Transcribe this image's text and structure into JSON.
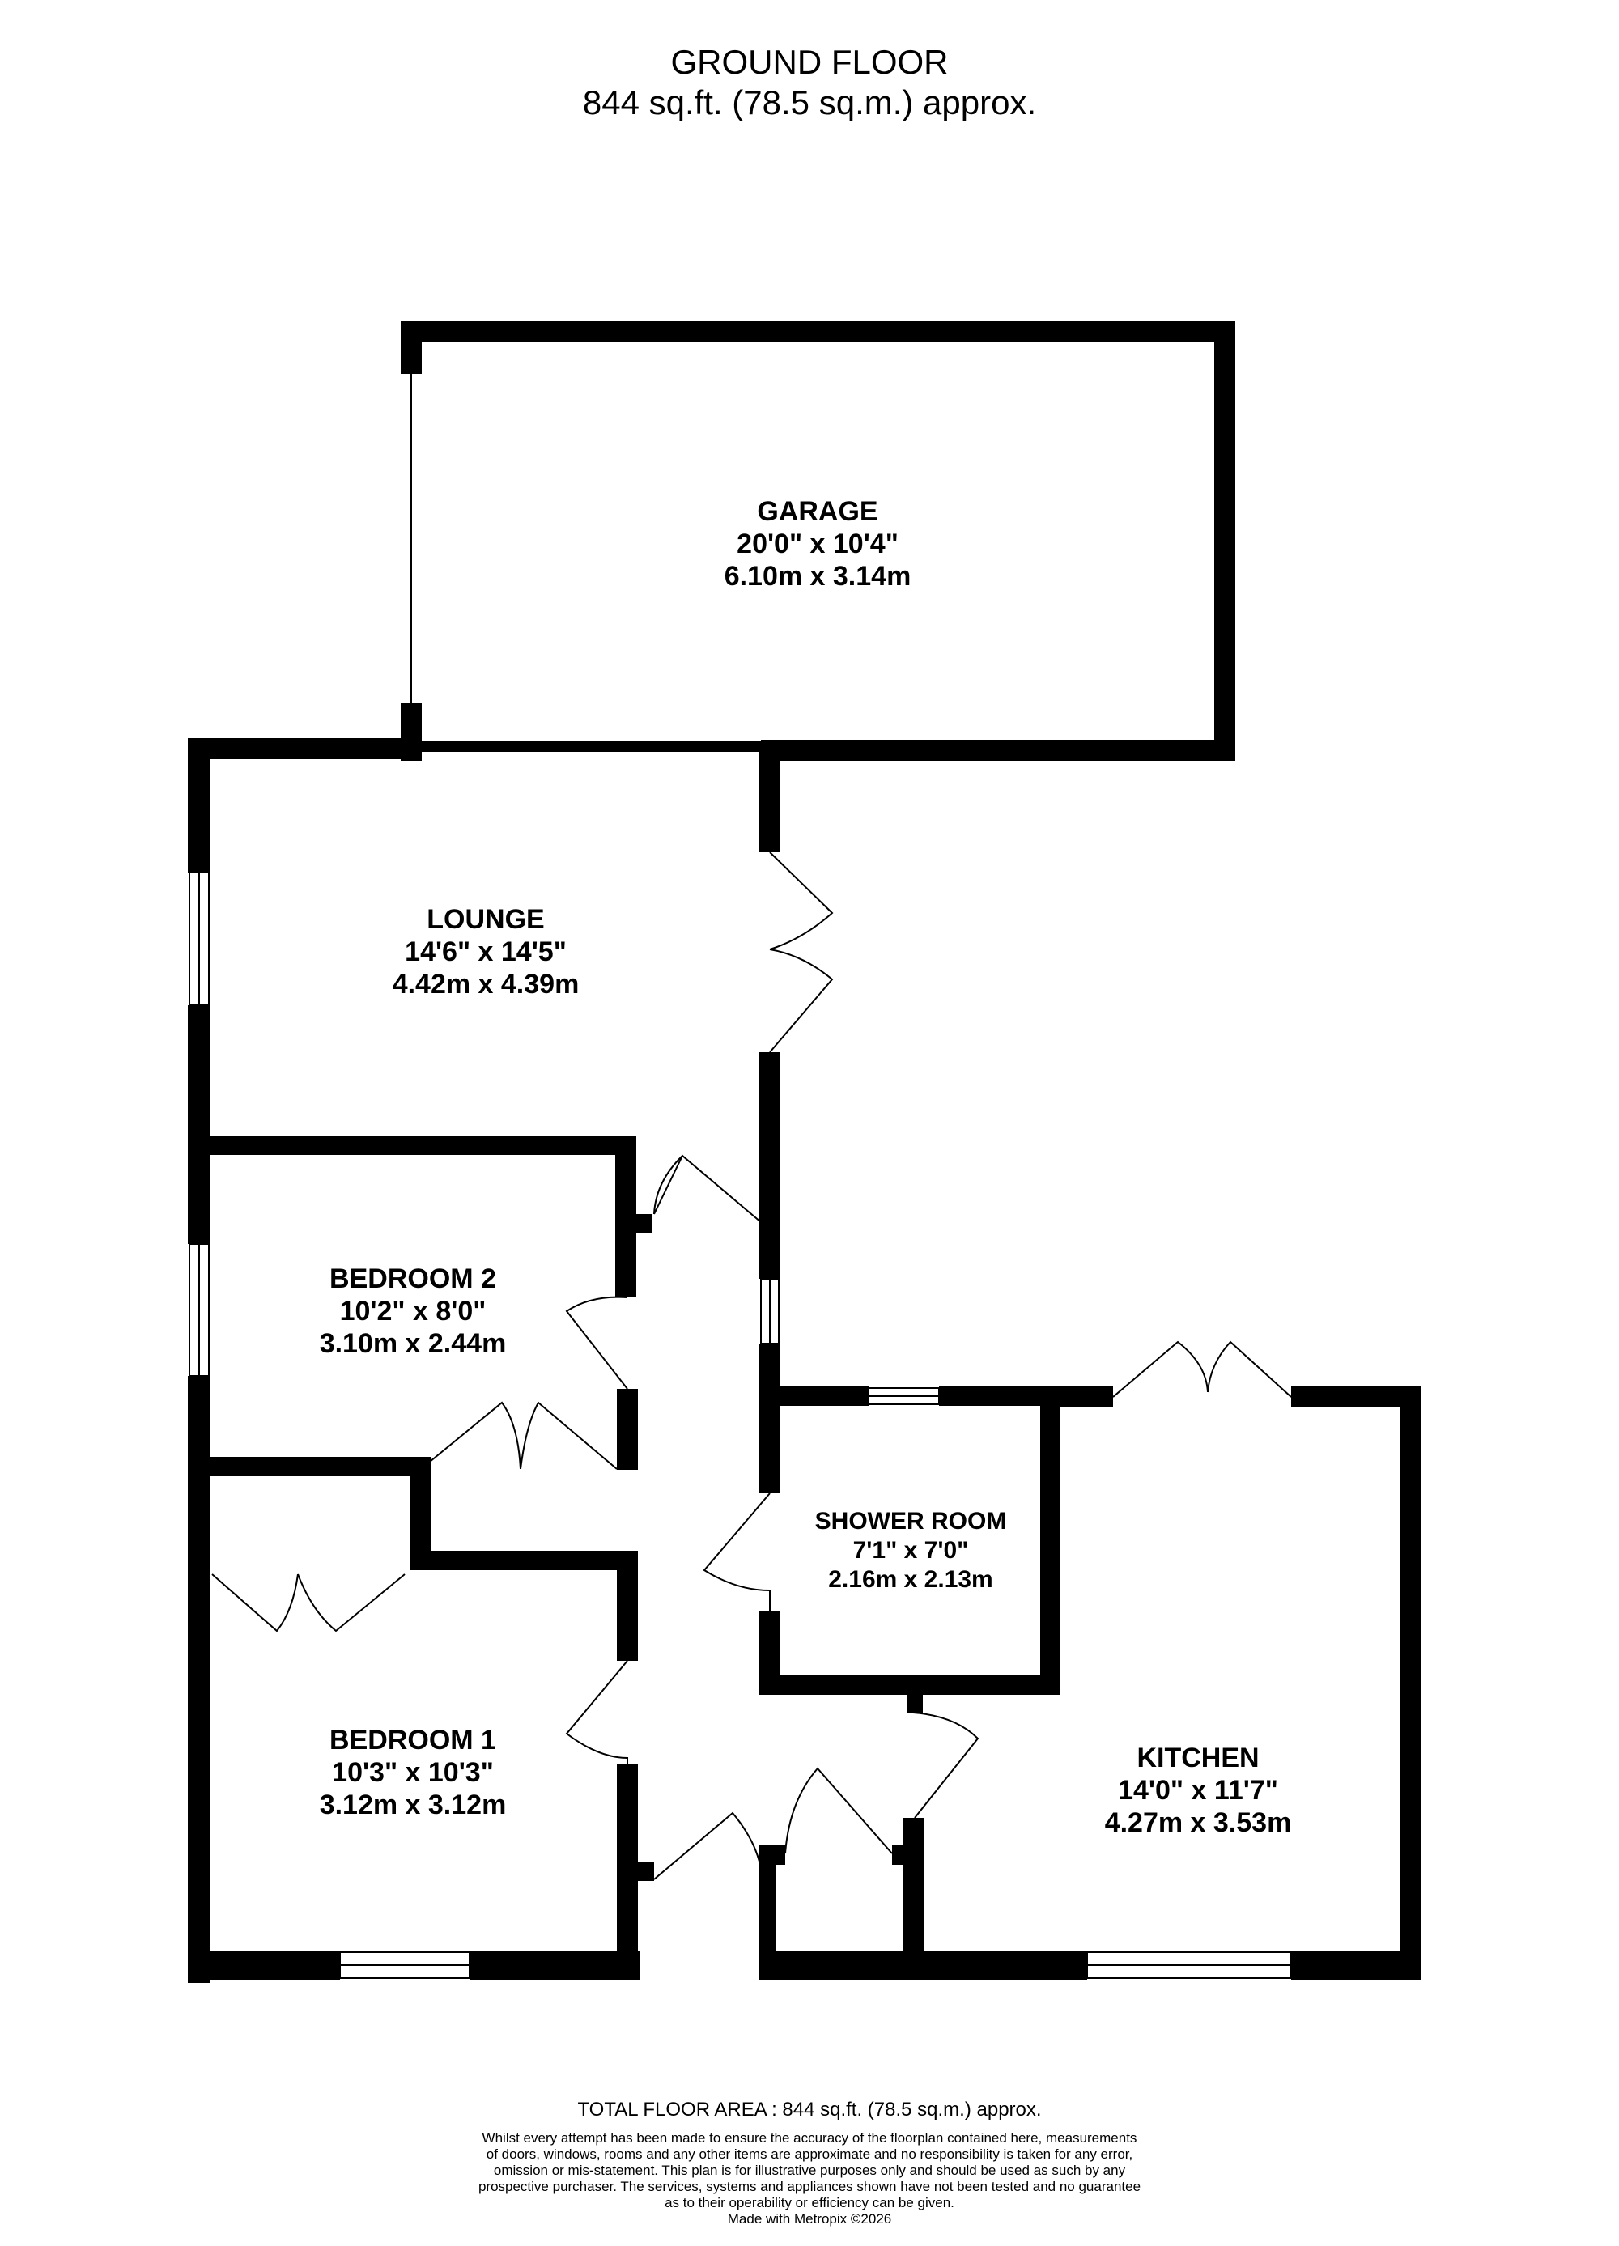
{
  "header": {
    "floor_title": "GROUND FLOOR",
    "floor_area": "844 sq.ft. (78.5 sq.m.) approx."
  },
  "rooms": {
    "garage": {
      "name": "GARAGE",
      "imperial": "20'0\"  x 10'4\"",
      "metric": "6.10m  x 3.14m"
    },
    "lounge": {
      "name": "LOUNGE",
      "imperial": "14'6\"  x 14'5\"",
      "metric": "4.42m  x 4.39m"
    },
    "bedroom2": {
      "name": "BEDROOM 2",
      "imperial": "10'2\"  x 8'0\"",
      "metric": "3.10m  x 2.44m"
    },
    "shower_room": {
      "name": "SHOWER ROOM",
      "imperial": "7'1\"  x 7'0\"",
      "metric": "2.16m  x 2.13m"
    },
    "bedroom1": {
      "name": "BEDROOM 1",
      "imperial": "10'3\"  x 10'3\"",
      "metric": "3.12m  x 3.12m"
    },
    "kitchen": {
      "name": "KITCHEN",
      "imperial": "14'0\"  x 11'7\"",
      "metric": "4.27m  x 3.53m"
    }
  },
  "footer": {
    "total_area": "TOTAL FLOOR AREA : 844 sq.ft. (78.5 sq.m.) approx.",
    "disclaimer": "Whilst every attempt has been made to ensure the accuracy of the floorplan contained here, measurements\nof doors, windows, rooms and any other items are approximate and no responsibility is taken for any error,\nomission or mis-statement. This plan is for illustrative purposes only and should be used as such by any\nprospective purchaser. The services, systems and appliances shown have not been tested and no guarantee\nas to their operability or efficiency can be given.",
    "credit": "Made with Metropix ©2026"
  }
}
